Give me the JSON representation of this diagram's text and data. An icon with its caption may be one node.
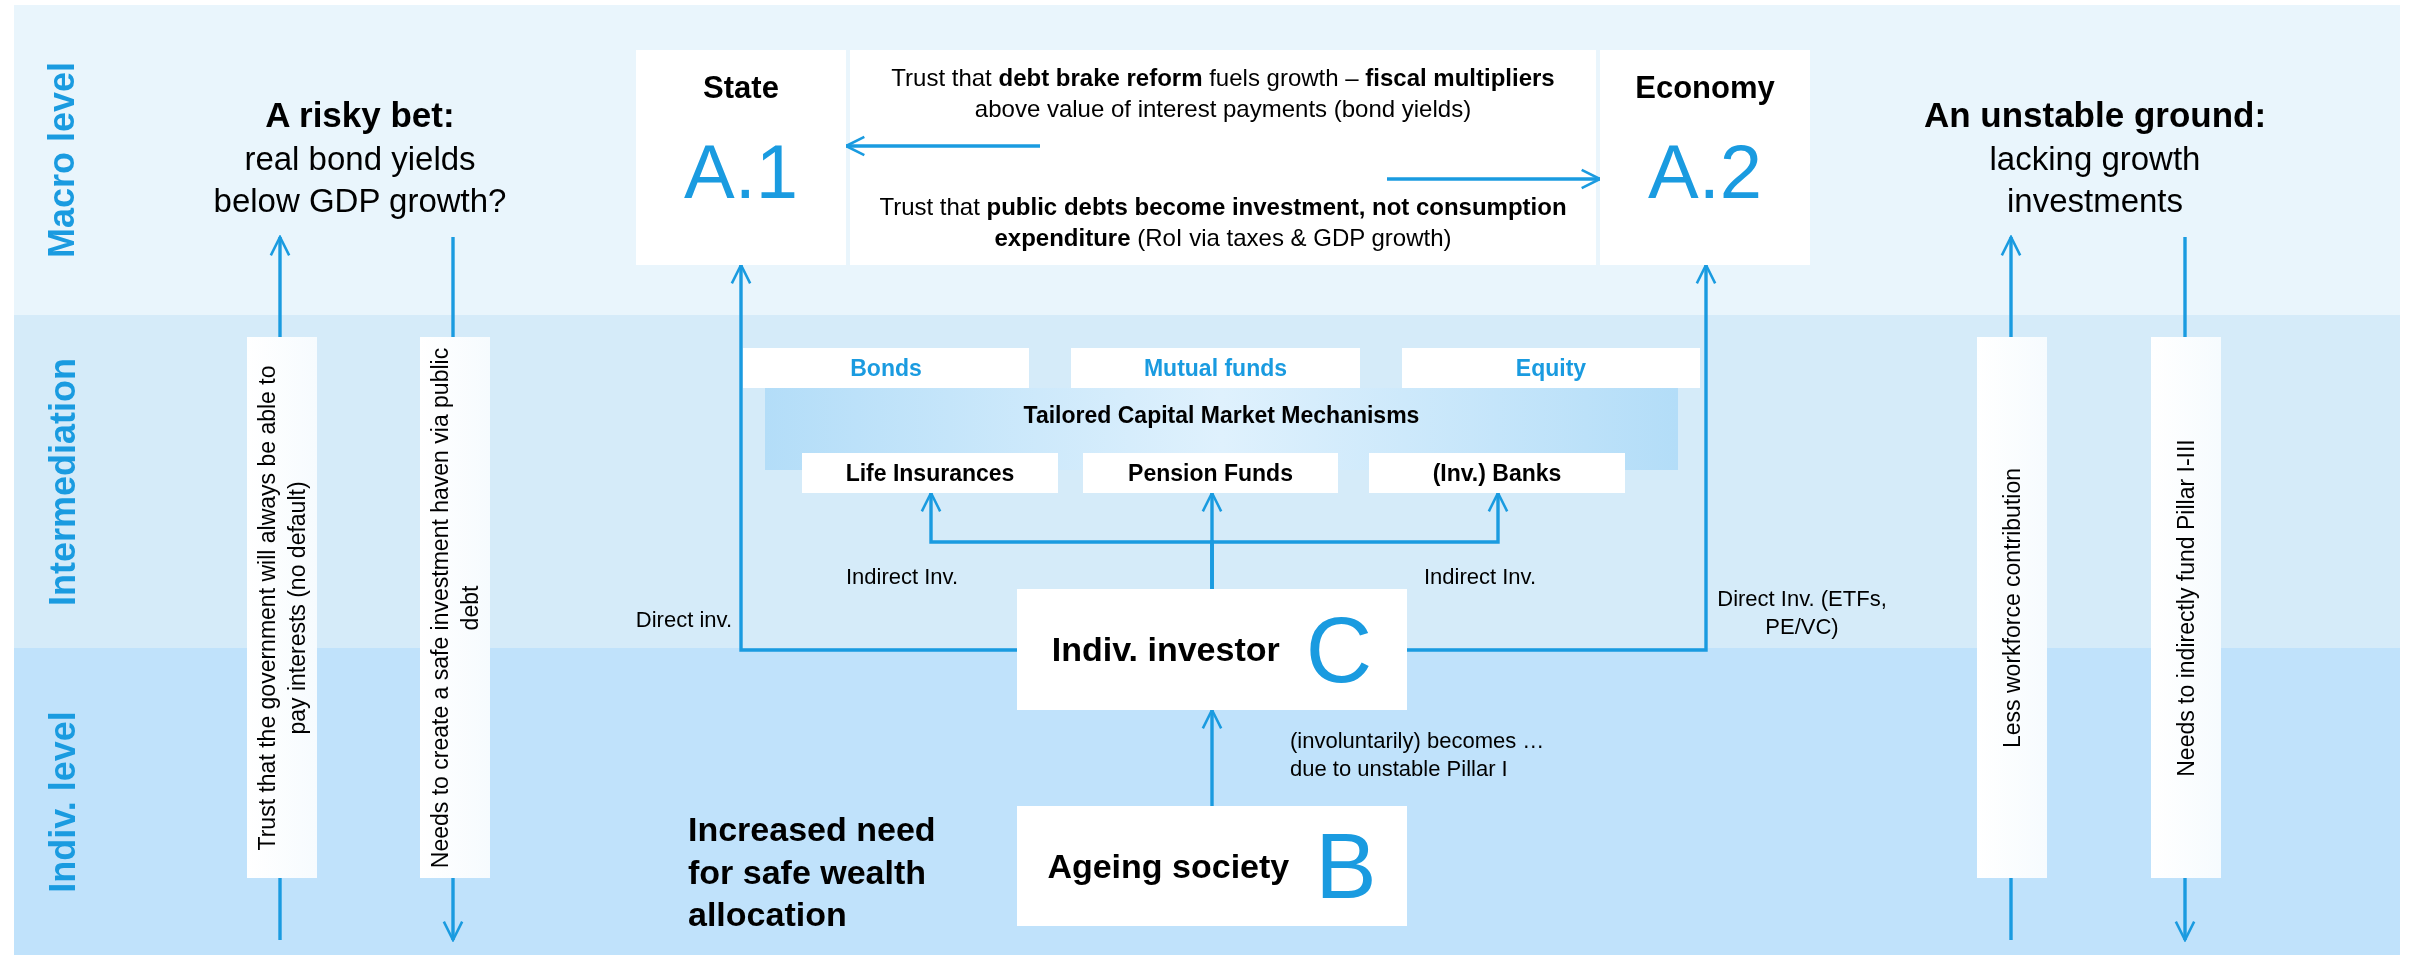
{
  "diagram": {
    "nodes": [
      {
        "text": [
          "Macro level"
        ]
      },
      {
        "text": [
          "Intermediation"
        ]
      },
      {
        "text": [
          "Indiv. level"
        ]
      },
      {
        "text": [
          "A risky bet:",
          "real bond yields below GDP growth?"
        ],
        "in": 0
      },
      {
        "text": [
          "State",
          "A.1"
        ],
        "in": 0
      },
      {
        "text": [
          "Trust that **debt brake reform** fuels growth – **fiscal multipliers** above value of interest payments (bond yields)",
          "Trust that **public debts become investment, not consumption expenditure** (RoI via taxes & GDP growth)"
        ],
        "in": 0
      },
      {
        "text": [
          "Economy",
          "A.2"
        ],
        "in": 0
      },
      {
        "text": [
          "An unstable ground:",
          "lacking growth investments"
        ],
        "in": 0
      },
      {
        "text": [
          "Trust that the government will always be able to pay interests (no default)"
        ]
      },
      {
        "text": [
          "Needs to create a safe investment haven via public debt"
        ]
      },
      {
        "text": [
          "Bonds"
        ],
        "in": 1
      },
      {
        "text": [
          "Mutual funds"
        ],
        "in": 1
      },
      {
        "text": [
          "Equity"
        ],
        "in": 1
      },
      {
        "text": [
          "Tailored Capital Market Mechanisms"
        ],
        "in": 1
      },
      {
        "text": [
          "Life Insurances"
        ],
        "in": 1
      },
      {
        "text": [
          "Pension Funds"
        ],
        "in": 1
      },
      {
        "text": [
          "(Inv.) Banks"
        ],
        "in": 1
      },
      {
        "text": [
          "Indiv. investor",
          "C"
        ]
      },
      {
        "text": [
          "Ageing society",
          "B"
        ],
        "in": 2
      },
      {
        "text": [
          "Less workforce contribution"
        ]
      },
      {
        "text": [
          "Needs to indirectly fund Pillar I-III"
        ]
      }
    ],
    "edges": [
      {
        "from": 8,
        "to": 3,
        "arrow": "to"
      },
      {
        "from": 2,
        "to": 8,
        "arrow": "none"
      },
      {
        "from": 3,
        "to": 9,
        "arrow": "none"
      },
      {
        "from": 9,
        "to": 2,
        "arrow": "to"
      },
      {
        "from": 17,
        "to": 4,
        "arrow": "to",
        "label": "Direct inv."
      },
      {
        "from": 17,
        "to": 6,
        "arrow": "to",
        "label": "Direct Inv. (ETFs, PE/VC)"
      },
      {
        "from": 17,
        "to": 14,
        "arrow": "to",
        "label": "Indirect Inv."
      },
      {
        "from": 17,
        "to": 15,
        "arrow": "to"
      },
      {
        "from": 17,
        "to": 16,
        "arrow": "to",
        "label": "Indirect Inv."
      },
      {
        "from": 18,
        "to": 17,
        "arrow": "to",
        "label": "(involuntarily) becomes … due to unstable Pillar I"
      },
      {
        "from": 5,
        "to": 4,
        "arrow": "to"
      },
      {
        "from": 5,
        "to": 6,
        "arrow": "to"
      },
      {
        "from": 19,
        "to": 7,
        "arrow": "to"
      },
      {
        "from": 2,
        "to": 19,
        "arrow": "none"
      },
      {
        "from": 7,
        "to": 20,
        "arrow": "none"
      },
      {
        "from": 20,
        "to": 2,
        "arrow": "to"
      }
    ],
    "labels": [
      "Increased need for safe wealth allocation"
    ]
  }
}
